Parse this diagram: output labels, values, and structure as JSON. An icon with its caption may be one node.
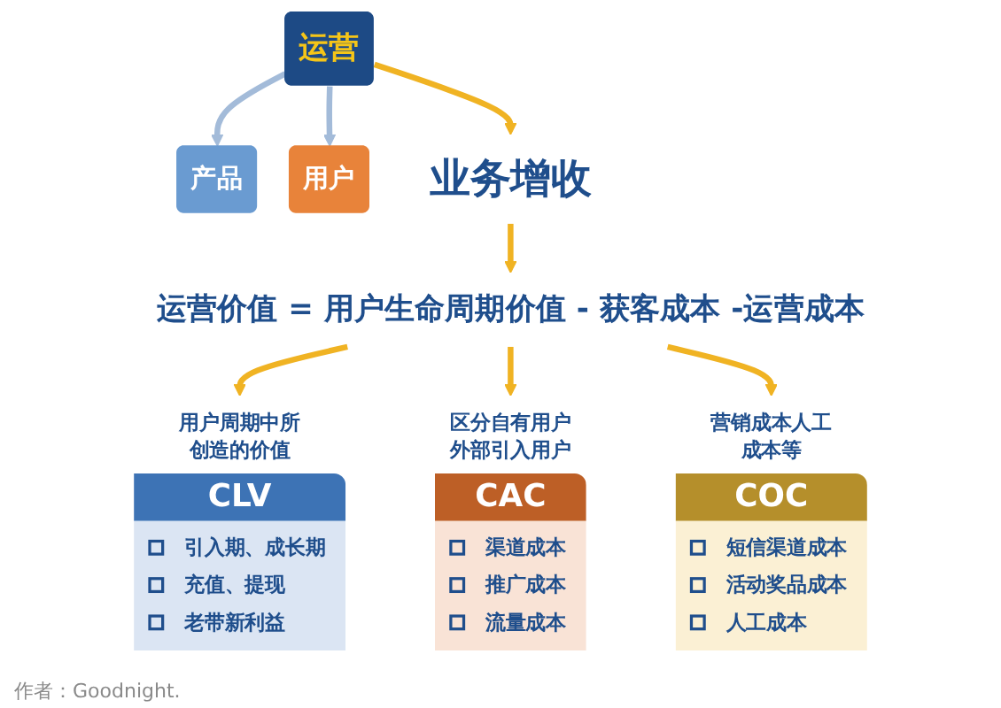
{
  "diagram": {
    "nodes": [
      {
        "text": [
          "产品"
        ]
      },
      {
        "text": [
          "运营"
        ]
      },
      {
        "text": [
          "用户"
        ]
      },
      {
        "text": [
          "业务增收"
        ]
      },
      {
        "text": [
          "运营价值 = 用户生命周期价值 - 获客成本 -运营成本"
        ]
      },
      {
        "text": [
          "用户周期中所创造的价值",
          "CLV",
          "引入期、成长期",
          "充值、提现",
          "老带新利益"
        ]
      },
      {
        "text": [
          "区分自有用户外部引入用户",
          "CAC",
          "渠道成本",
          "推广成本",
          "流量成本"
        ]
      },
      {
        "text": [
          "营销成本人工成本等",
          "COC",
          "短信渠道成本",
          "活动奖品成本",
          "人工成本"
        ]
      }
    ],
    "edges": [
      {
        "from": 1,
        "to": 0,
        "arrow": "to",
        "color": "#a3bbd9"
      },
      {
        "from": 1,
        "to": 2,
        "arrow": "to",
        "color": "#a3bbd9"
      },
      {
        "from": 1,
        "to": 3,
        "arrow": "to"
      },
      {
        "from": 3,
        "to": 4,
        "arrow": "to"
      },
      {
        "from": 4,
        "to": 5,
        "arrow": "to"
      },
      {
        "from": 4,
        "to": 6,
        "arrow": "to"
      },
      {
        "from": 4,
        "to": 7,
        "arrow": "to"
      }
    ],
    "labels": [
      "作者：Goodnight."
    ]
  }
}
